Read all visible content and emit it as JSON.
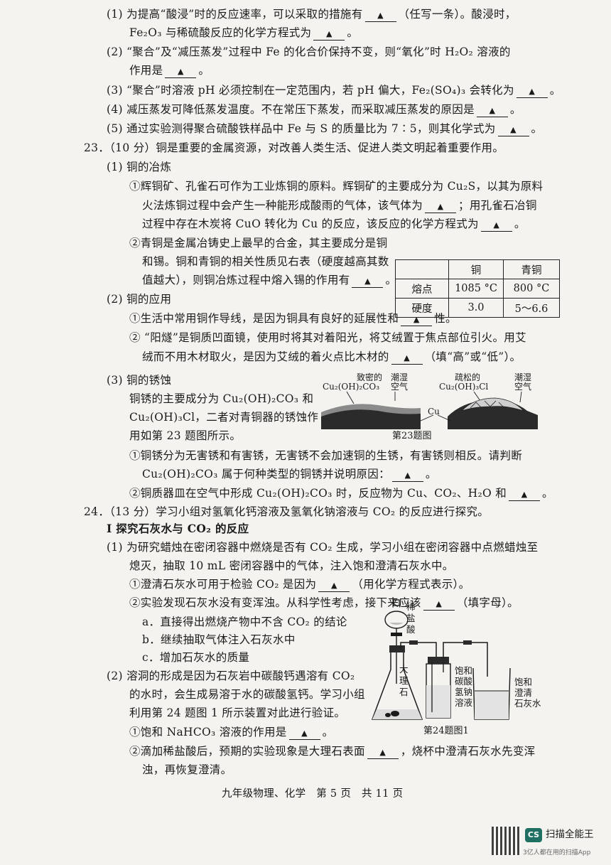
{
  "lines": {
    "q22_1a": "(1) 为提高“酸浸”时的反应速率，可以采取的措施有",
    "q22_1b": "（任写一条）。酸浸时，",
    "q22_1c": "Fe₂O₃ 与稀硫酸反应的化学方程式为",
    "q22_2a": "(2) “聚合”及“减压蒸发”过程中 Fe 的化合价保持不变，则“氧化”时 H₂O₂ 溶液的",
    "q22_2b": "作用是",
    "q22_3": "(3) “聚合”时溶液 pH 必须控制在一定范围内，若 pH 偏大，Fe₂(SO₄)₃ 会转化为",
    "q22_4": "(4) 减压蒸发可降低蒸发温度。不在常压下蒸发，而采取减压蒸发的原因是",
    "q22_5": "(5) 通过实验测得聚合硫酸铁样品中 Fe 与 S 的质量比为 7∶5，则其化学式为",
    "q23_head": "23．（10 分）铜是重要的金属资源，对改善人类生活、促进人类文明起着重要作用。",
    "q23_1": "(1) 铜的冶炼",
    "q23_1_1a": "①辉铜矿、孔雀石可作为工业炼铜的原料。辉铜矿的主要成分为 Cu₂S，以其为原料",
    "q23_1_1b": "火法炼铜过程中会产生一种能形成酸雨的气体，该气体为",
    "q23_1_1b2": "；用孔雀石冶铜",
    "q23_1_1c": "过程中存在木炭将 CuO 转化为 Cu 的反应，该反应的化学方程式为",
    "q23_1_2a": "②青铜是金属冶铸史上最早的合金，其主要成分是铜",
    "q23_1_2b": "和锡。铜和青铜的相关性质见右表（硬度越高其数",
    "q23_1_2c": "值越大），则铜冶炼过程中熔入锡的作用有",
    "q23_2": "(2) 铜的应用",
    "q23_2_1": "①生活中常用铜作导线，是因为铜具有良好的延展性和",
    "q23_2_1b": "性。",
    "q23_2_2a": "② “阳燧”是铜质凹面镜，使用时将其对着阳光，将艾绒置于焦点部位引火。用艾",
    "q23_2_2b": "绒而不用木材取火，是因为艾绒的着火点比木材的",
    "q23_2_2b2": "（填“高”或“低”）。",
    "q23_3": "(3) 铜的锈蚀",
    "q23_3a": "铜锈的主要成分为 Cu₂(OH)₂CO₃ 和",
    "q23_3b": "Cu₂(OH)₃Cl，二者对青铜器的锈蚀作",
    "q23_3c": "用如第 23 题图所示。",
    "q23_3_1a": "①铜锈分为无害锈和有害锈，无害锈不会加速铜的生锈，有害锈则相反。请判断",
    "q23_3_1b": "Cu₂(OH)₂CO₃ 属于何种类型的铜锈并说明原因：",
    "q23_3_2": "②铜质器皿在空气中形成 Cu₂(OH)₂CO₃ 时，反应物为 Cu、CO₂、H₂O 和",
    "q24_head": "24．（13 分）学习小组对氢氧化钙溶液及氢氧化钠溶液与 CO₂ 的反应进行探究。",
    "q24_I": "Ⅰ 探究石灰水与 CO₂ 的反应",
    "q24_1a": "(1) 为研究蜡烛在密闭容器中燃烧是否有 CO₂ 生成，学习小组在密闭容器中点燃蜡烛至",
    "q24_1b": "熄灭，抽取 10 mL 密闭容器中的气体，注入饱和澄清石灰水中。",
    "q24_1_1": "①澄清石灰水可用于检验 CO₂ 是因为",
    "q24_1_1b": "（用化学方程式表示）。",
    "q24_1_2": "②实验发现石灰水没有变浑浊。从科学性考虑，接下来应该",
    "q24_1_2b": "（填字母）。",
    "q24_opt_a": "a．直接得出燃烧产物中不含 CO₂ 的结论",
    "q24_opt_b": "b．继续抽取气体注入石灰水中",
    "q24_opt_c": "c．增加石灰水的质量",
    "q24_2a": "(2) 溶洞的形成是因为石灰岩中碳酸钙遇溶有 CO₂",
    "q24_2b": "的水时，会生成易溶于水的碳酸氢钙。学习小组",
    "q24_2c": "利用第 24 题图 1 所示装置对此进行验证。",
    "q24_2_1": "①饱和 NaHCO₃ 溶液的作用是",
    "q24_2_2a": "②滴加稀盐酸后，预期的实验现象是大理石表面",
    "q24_2_2b": "，烧杯中澄清石灰水先变浑",
    "q24_2_2c": "浊，再恢复澄清。"
  },
  "table": {
    "header": [
      "",
      "铜",
      "青铜"
    ],
    "rows": [
      [
        "熔点",
        "1085 °C",
        "800 °C"
      ],
      [
        "硬度",
        "3.0",
        "5～6.6"
      ]
    ]
  },
  "fig23": {
    "label_left": "致密的",
    "label_left2": "Cu₂(OH)₂CO₃",
    "label_air1": "潮湿",
    "label_air1b": "空气",
    "label_right": "疏松的",
    "label_right2": "Cu₂(OH)₃Cl",
    "label_air2": "潮湿",
    "label_air2b": "空气",
    "label_cu": "Cu",
    "caption": "第23题图"
  },
  "fig24": {
    "acid": [
      "稀",
      "盐",
      "酸"
    ],
    "marble": [
      "大",
      "理",
      "石"
    ],
    "bicarb": [
      "饱和",
      "碳酸",
      "氢钠",
      "溶液"
    ],
    "limewater": [
      "饱和",
      "澄清",
      "石灰水"
    ],
    "caption": "第24题图1"
  },
  "footer": "九年级物理、化学　第 5 页　共 11 页",
  "watermark": {
    "logo": "CS",
    "name": "扫描全能王",
    "tag": "3亿人都在用的扫描App"
  },
  "colors": {
    "ink": "#1a1a1a",
    "paper": "#f4f3ef",
    "brand": "#1f6f62"
  }
}
